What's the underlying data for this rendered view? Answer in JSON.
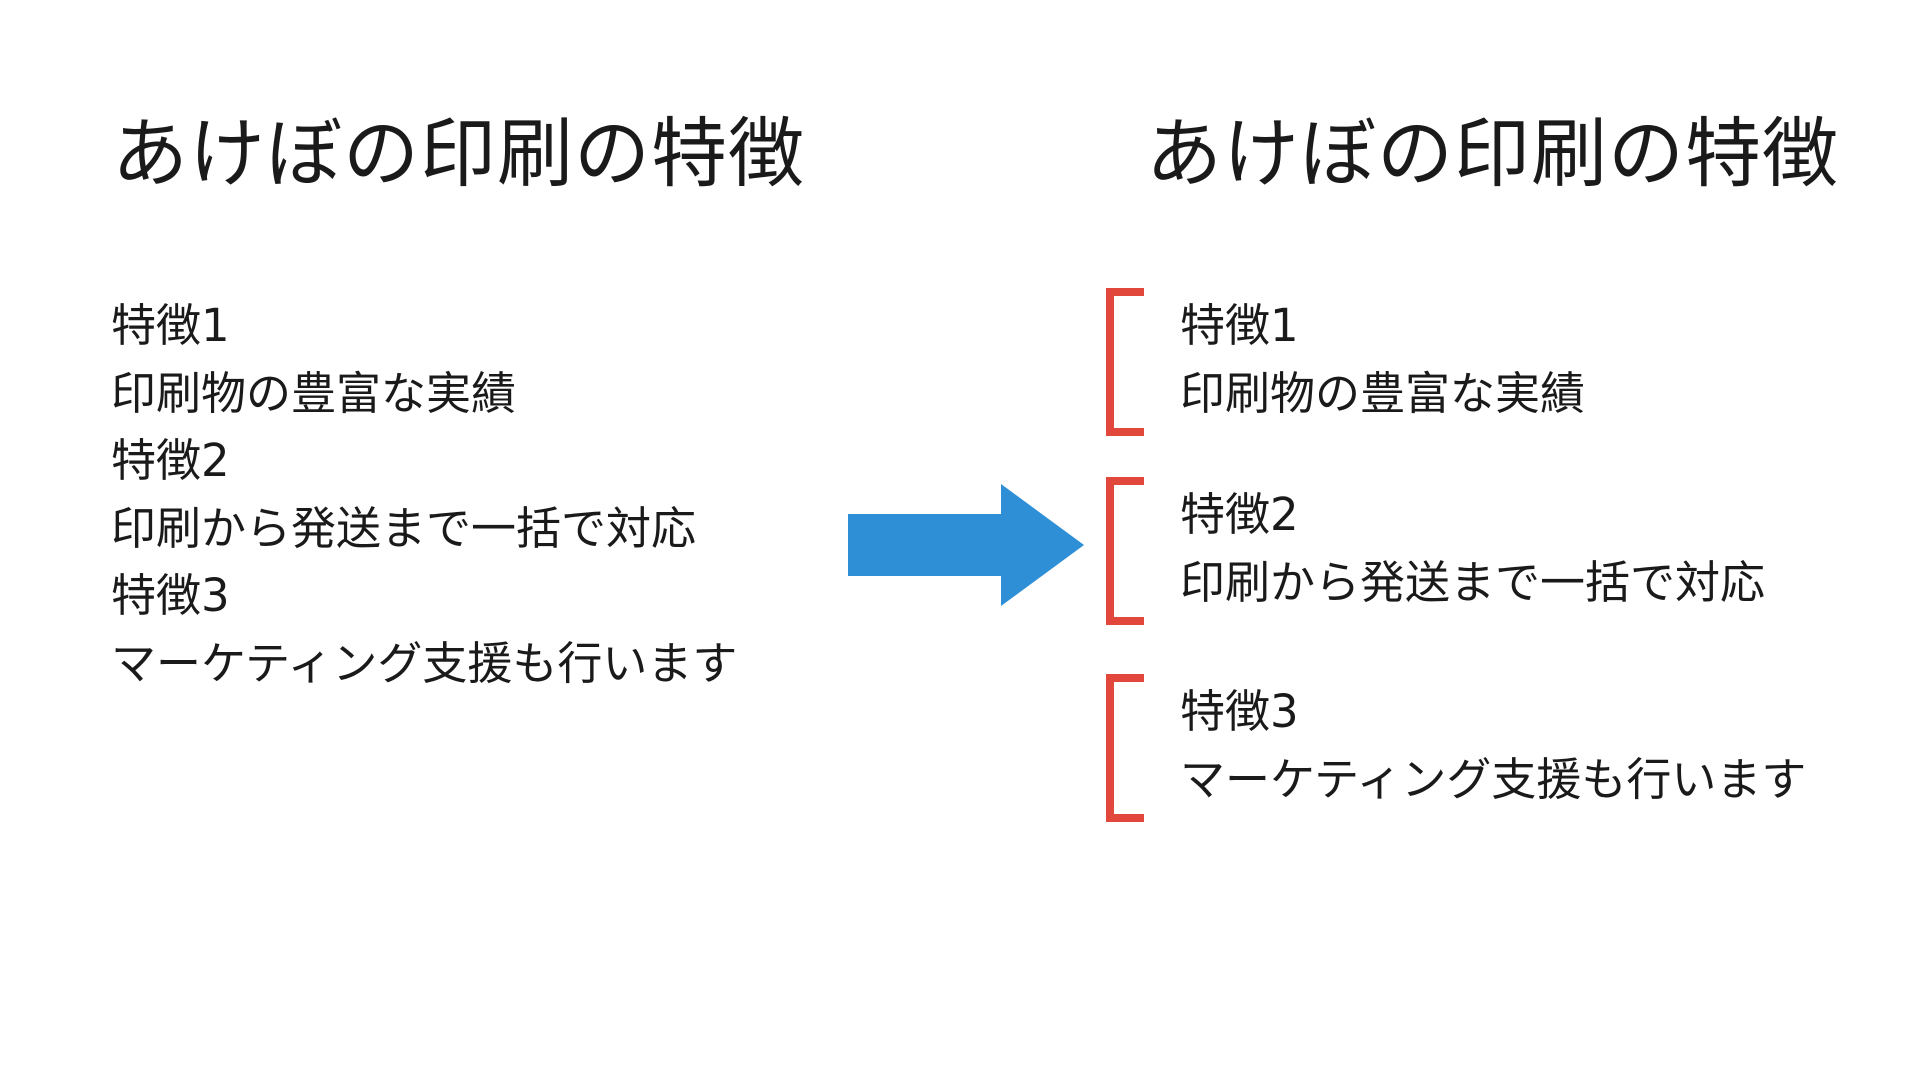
{
  "slide": {
    "left_panel": {
      "title": "あけぼの印刷の特徴",
      "lines": [
        "特徴1",
        "印刷物の豊富な実績",
        "特徴2",
        "印刷から発送まで一括で対応",
        "特徴3",
        "マーケティング支援も行います"
      ]
    },
    "right_panel": {
      "title": "あけぼの印刷の特徴",
      "groups": [
        {
          "heading": "特徴1",
          "text": "印刷物の豊富な実績"
        },
        {
          "heading": "特徴2",
          "text": "印刷から発送まで一括で対応"
        },
        {
          "heading": "特徴3",
          "text": "マーケティング支援も行います"
        }
      ]
    },
    "arrow": {
      "icon": "right-arrow-icon",
      "color": "#2f8fd6"
    },
    "bracket": {
      "icon": "left-bracket-icon",
      "color": "#e2473b"
    }
  }
}
